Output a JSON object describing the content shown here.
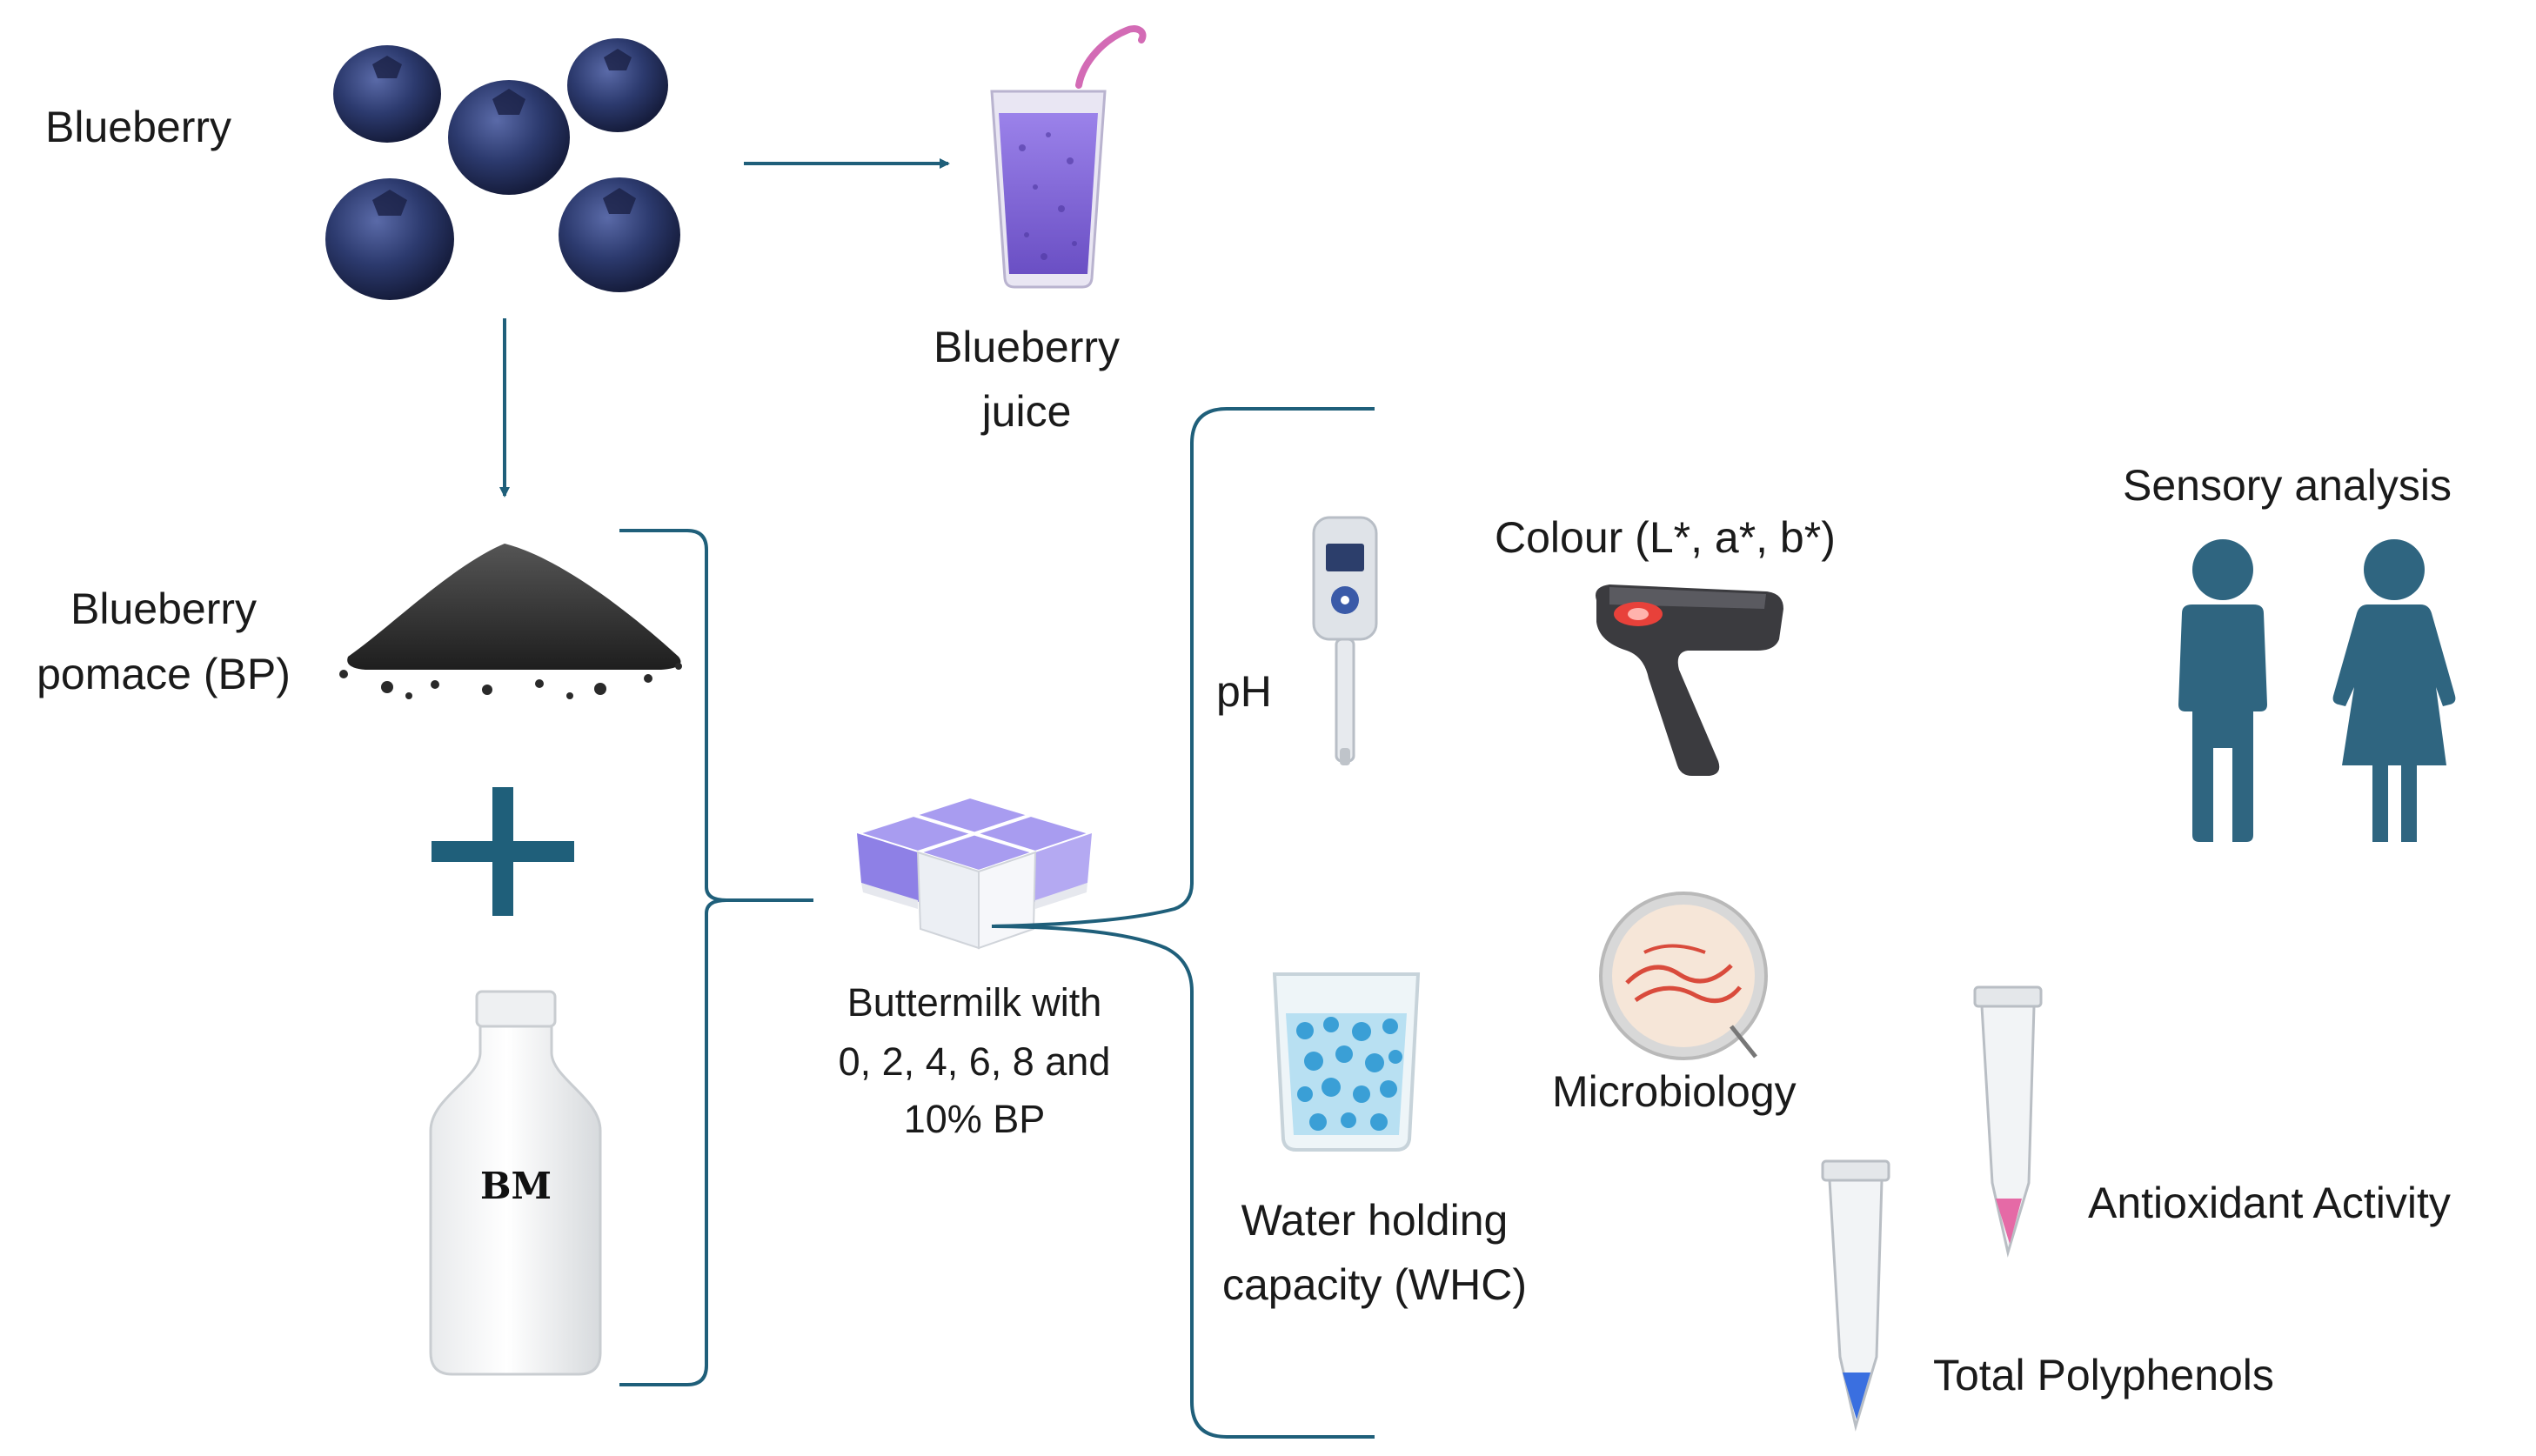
{
  "labels": {
    "blueberry": "Blueberry",
    "juice_line1": "Blueberry",
    "juice_line2": "juice",
    "pomace_line1": "Blueberry",
    "pomace_line2": "pomace (BP)",
    "bottle_label": "BM",
    "buttermilk_line1": "Buttermilk with",
    "buttermilk_line2": "0, 2, 4, 6, 8 and",
    "buttermilk_line3": "10% BP",
    "ph": "pH",
    "colour": "Colour (L*, a*, b*)",
    "sensory": "Sensory analysis",
    "whc_line1": "Water holding",
    "whc_line2": "capacity (WHC)",
    "microbiology": "Microbiology",
    "antioxidant": "Antioxidant Activity",
    "polyphenols": "Total Polyphenols"
  },
  "colors": {
    "arrow": "#1f5f7a",
    "bracket": "#1f5f7a",
    "people": "#2f6580",
    "berry": "#26325e",
    "juice": "#7b5fd6",
    "plus": "#1f5f7a"
  },
  "icons": [
    "blueberries",
    "juice-glass",
    "pomace-pile",
    "plus-icon",
    "milk-bottle",
    "yogurt-cups",
    "ph-meter",
    "colorimeter",
    "people",
    "beaker",
    "petri-dish",
    "tube-pink",
    "tube-blue"
  ]
}
